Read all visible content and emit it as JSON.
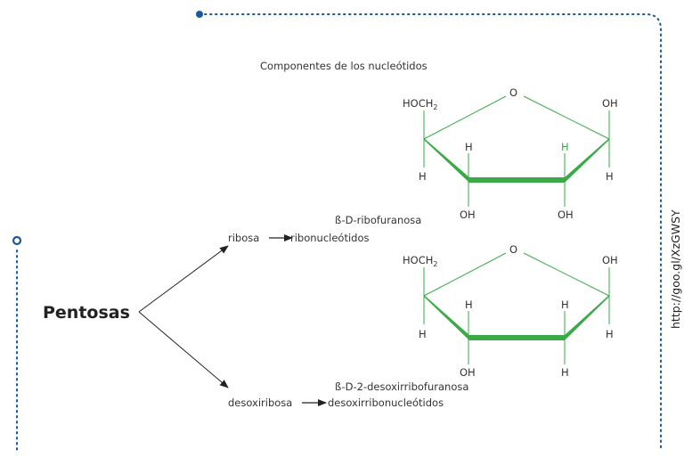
{
  "title": "Componentes de los nucleótidos",
  "root_label": "Pentosas",
  "branch_top": {
    "sugar": "ribosa",
    "product": "ribonucleótidos",
    "structure_label": "ß-D-ribofuranosa"
  },
  "branch_bottom": {
    "sugar": "desoxiribosa",
    "product": "desoxirribonucleótidos",
    "structure_label": "ß-D-2-desoxirribofuranosa"
  },
  "ribose_atoms": {
    "ring_o": "O",
    "hoch2": "HOCH",
    "hoch2_sub": "2",
    "c1_oh": "OH",
    "c4_h": "H",
    "c3_h": "H",
    "c2_h": "H",
    "c1_h": "H",
    "c3_oh": "OH",
    "c2_oh": "OH"
  },
  "deoxyribose_atoms": {
    "ring_o": "O",
    "hoch2": "HOCH",
    "hoch2_sub": "2",
    "c1_oh": "OH",
    "c4_h": "H",
    "c3_h": "H",
    "c2_h_up": "H",
    "c1_h": "H",
    "c3_oh": "OH",
    "c2_h_down": "H"
  },
  "url": "http://goo.gl/XzGWSY",
  "colors": {
    "frame": "#1a5a9a",
    "ring_green": "#3aaa48",
    "highlight_h": "#3aaa48",
    "text": "#333333",
    "arrow": "#222222"
  }
}
